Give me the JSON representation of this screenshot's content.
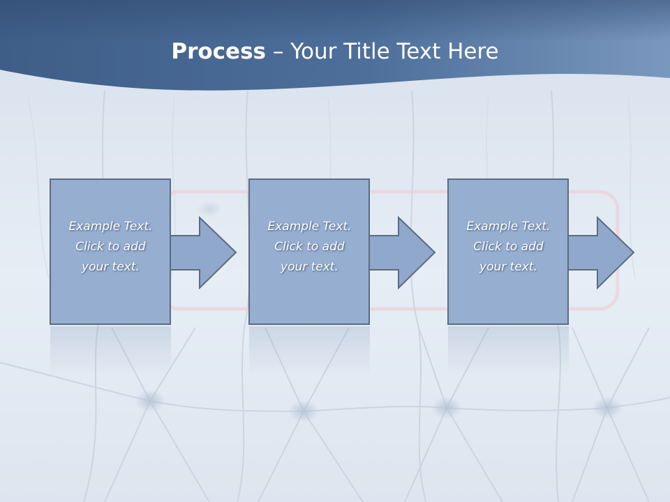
{
  "slide": {
    "title_bold": "Process",
    "title_rest": " – Your Title Text Here"
  },
  "steps": [
    {
      "line1": "Example Text.",
      "line2": "Click  to add",
      "line3": "your text."
    },
    {
      "line1": "Example Text.",
      "line2": "Click  to add",
      "line3": "your text."
    },
    {
      "line1": "Example Text.",
      "line2": "Click  to add",
      "line3": "your text."
    }
  ],
  "colors": {
    "header_dark": "#3f5f8a",
    "header_light": "#7a98bf",
    "box_fill": "#96aed0",
    "box_stroke": "#5b6b80",
    "arrow_fill": "#8fa8cc",
    "background": "#e3eaf2"
  }
}
